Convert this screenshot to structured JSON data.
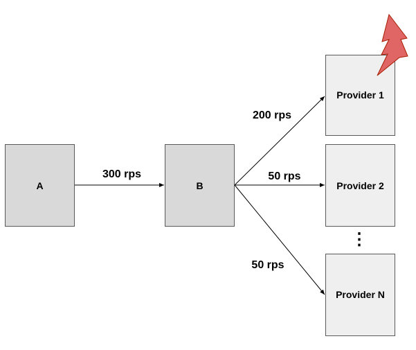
{
  "nodes": {
    "a": {
      "label": "A"
    },
    "b": {
      "label": "B"
    },
    "provider_1": {
      "label": "Provider 1"
    },
    "provider_2": {
      "label": "Provider 2"
    },
    "provider_n": {
      "label": "Provider N"
    }
  },
  "edges": {
    "a_to_b": {
      "label": "300 rps"
    },
    "b_to_provider_1": {
      "label": "200 rps"
    },
    "b_to_provider_2": {
      "label": "50 rps"
    },
    "b_to_provider_n": {
      "label": "50 rps"
    }
  },
  "ellipsis": "⋮",
  "icons": {
    "failure": "lightning-bolt"
  },
  "colors": {
    "source_box_fill": "#d9d9d9",
    "provider_box_fill": "#efefef",
    "box_stroke": "#595959",
    "line": "#000000",
    "lightning_fill": "#e06666",
    "lightning_stroke": "#a61c00"
  }
}
